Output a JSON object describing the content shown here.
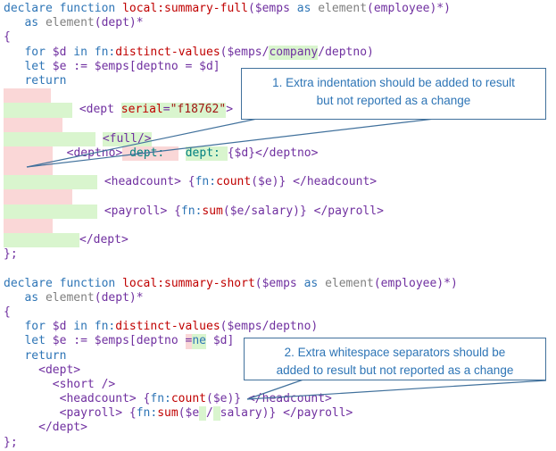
{
  "colors": {
    "diff_added_bg": "#D9F5CE",
    "diff_removed_bg": "#FAD7D7",
    "keyword_blue": "#2E75B6",
    "function_red": "#C00000",
    "markup_purple": "#7030A0",
    "element_gray": "#7F7F7F",
    "string_maroon": "#A31515",
    "text_teal": "#008080",
    "callout_border_blue": "#41719C",
    "callout_text_blue": "#2E75B6"
  },
  "callouts": [
    {
      "line1": "1.    Extra indentation should be added to result",
      "line2": "but not reported as a change"
    },
    {
      "line1": "2.    Extra whitespace separators should be",
      "line2": "added to result but not reported as a change"
    }
  ],
  "code": {
    "lines": [
      [
        {
          "t": "declare function ",
          "c": "kw"
        },
        {
          "t": "local:summary-full",
          "c": "fn"
        },
        {
          "t": "($emps ",
          "c": "v"
        },
        {
          "t": "as ",
          "c": "kw"
        },
        {
          "t": "element",
          "c": "el"
        },
        {
          "t": "(employee)*)",
          "c": "v"
        }
      ],
      [
        {
          "t": "   ",
          "c": "v"
        },
        {
          "t": "as ",
          "c": "kw"
        },
        {
          "t": "element",
          "c": "el"
        },
        {
          "t": "(dept)*",
          "c": "v"
        }
      ],
      [
        {
          "t": "{",
          "c": "v"
        }
      ],
      [
        {
          "t": "   ",
          "c": "v"
        },
        {
          "t": "for ",
          "c": "kw"
        },
        {
          "t": "$d ",
          "c": "v"
        },
        {
          "t": "in ",
          "c": "kw"
        },
        {
          "t": "fn:",
          "c": "kw"
        },
        {
          "t": "distinct-values",
          "c": "fn"
        },
        {
          "t": "($emps/",
          "c": "v"
        },
        {
          "t": "company",
          "c": "v",
          "h": "g"
        },
        {
          "t": "/deptno)",
          "c": "v"
        }
      ],
      [
        {
          "t": "   ",
          "c": "v"
        },
        {
          "t": "let ",
          "c": "kw"
        },
        {
          "t": "$e := $emps[deptno = $d]",
          "c": "v"
        }
      ],
      [
        {
          "t": "   ",
          "c": "v"
        },
        {
          "t": "return",
          "c": "kw"
        }
      ],
      [
        {
          "b": "r",
          "w": 53
        }
      ],
      [
        {
          "b": "g",
          "w": 77
        },
        {
          "t": " ",
          "c": "v"
        },
        {
          "t": "<dept ",
          "c": "v"
        },
        {
          "t": "serial",
          "c": "fn",
          "h": "g"
        },
        {
          "t": "=",
          "c": "v",
          "h": "g"
        },
        {
          "t": "\"f18762\"",
          "c": "s",
          "h": "g"
        },
        {
          "t": ">",
          "c": "v"
        }
      ],
      [
        {
          "b": "r",
          "w": 66
        }
      ],
      [
        {
          "b": "g",
          "w": 103
        },
        {
          "t": " ",
          "c": "v"
        },
        {
          "t": "<full/>",
          "c": "v",
          "h": "g"
        }
      ],
      [
        {
          "b": "r",
          "w": 55
        },
        {
          "t": "  ",
          "c": "v"
        },
        {
          "t": "<deptno>",
          "c": "v"
        },
        {
          "t": " dept:  ",
          "c": "txt",
          "h": "r"
        },
        {
          "t": " ",
          "c": "v"
        },
        {
          "t": "dept: ",
          "c": "txt",
          "h": "g"
        },
        {
          "t": "{$d}",
          "c": "v"
        },
        {
          "t": "</deptno>",
          "c": "v"
        }
      ],
      [
        {
          "b": "r",
          "w": 55
        }
      ],
      [
        {
          "b": "g",
          "w": 105
        },
        {
          "t": " ",
          "c": "v"
        },
        {
          "t": "<headcount> {",
          "c": "v"
        },
        {
          "t": "fn:",
          "c": "kw"
        },
        {
          "t": "count",
          "c": "fn"
        },
        {
          "t": "($e)} ",
          "c": "v"
        },
        {
          "t": "</headcount>",
          "c": "v"
        }
      ],
      [
        {
          "b": "r",
          "w": 77
        }
      ],
      [
        {
          "b": "g",
          "w": 105
        },
        {
          "t": " ",
          "c": "v"
        },
        {
          "t": "<payroll> {",
          "c": "v"
        },
        {
          "t": "fn:",
          "c": "kw"
        },
        {
          "t": "sum",
          "c": "fn"
        },
        {
          "t": "($e/salary)} ",
          "c": "v"
        },
        {
          "t": "</payroll>",
          "c": "v"
        }
      ],
      [
        {
          "b": "r",
          "w": 55
        }
      ],
      [
        {
          "b": "g",
          "w": 85
        },
        {
          "t": "</dept>",
          "c": "v"
        }
      ],
      [
        {
          "t": "};",
          "c": "v"
        }
      ],
      [],
      [
        {
          "t": "declare function ",
          "c": "kw"
        },
        {
          "t": "local:summary-short",
          "c": "fn"
        },
        {
          "t": "($emps ",
          "c": "v"
        },
        {
          "t": "as ",
          "c": "kw"
        },
        {
          "t": "element",
          "c": "el"
        },
        {
          "t": "(employee)*)",
          "c": "v"
        }
      ],
      [
        {
          "t": "   ",
          "c": "v"
        },
        {
          "t": "as ",
          "c": "kw"
        },
        {
          "t": "element",
          "c": "el"
        },
        {
          "t": "(dept)*",
          "c": "v"
        }
      ],
      [
        {
          "t": "{",
          "c": "v"
        }
      ],
      [
        {
          "t": "   ",
          "c": "v"
        },
        {
          "t": "for ",
          "c": "kw"
        },
        {
          "t": "$d ",
          "c": "v"
        },
        {
          "t": "in ",
          "c": "kw"
        },
        {
          "t": "fn:",
          "c": "kw"
        },
        {
          "t": "distinct-values",
          "c": "fn"
        },
        {
          "t": "($emps/deptno)",
          "c": "v"
        }
      ],
      [
        {
          "t": "   ",
          "c": "v"
        },
        {
          "t": "let ",
          "c": "kw"
        },
        {
          "t": "$e := $emps[deptno ",
          "c": "v"
        },
        {
          "t": "=",
          "c": "v",
          "h": "r"
        },
        {
          "t": "ne",
          "c": "kw",
          "h": "g"
        },
        {
          "t": " $d]",
          "c": "v"
        }
      ],
      [
        {
          "t": "   ",
          "c": "v"
        },
        {
          "t": "return",
          "c": "kw"
        }
      ],
      [
        {
          "t": "     <dept>",
          "c": "v"
        }
      ],
      [
        {
          "t": "       <short />",
          "c": "v"
        }
      ],
      [
        {
          "t": "        ",
          "c": "v"
        },
        {
          "t": "<headcount> {",
          "c": "v"
        },
        {
          "t": "fn:",
          "c": "kw"
        },
        {
          "t": "count",
          "c": "fn"
        },
        {
          "t": "($e)} ",
          "c": "v"
        },
        {
          "t": "</headcount>",
          "c": "v"
        }
      ],
      [
        {
          "t": "        ",
          "c": "v"
        },
        {
          "t": "<payroll> {",
          "c": "v"
        },
        {
          "t": "fn:",
          "c": "kw"
        },
        {
          "t": "sum",
          "c": "fn"
        },
        {
          "t": "($e",
          "c": "v"
        },
        {
          "t": " ",
          "c": "v",
          "h": "g"
        },
        {
          "t": "/",
          "c": "v"
        },
        {
          "t": " ",
          "c": "v",
          "h": "g"
        },
        {
          "t": "salary)} ",
          "c": "v"
        },
        {
          "t": "</payroll>",
          "c": "v"
        }
      ],
      [
        {
          "t": "     </dept>",
          "c": "v"
        }
      ],
      [
        {
          "t": "};",
          "c": "v"
        }
      ]
    ]
  }
}
